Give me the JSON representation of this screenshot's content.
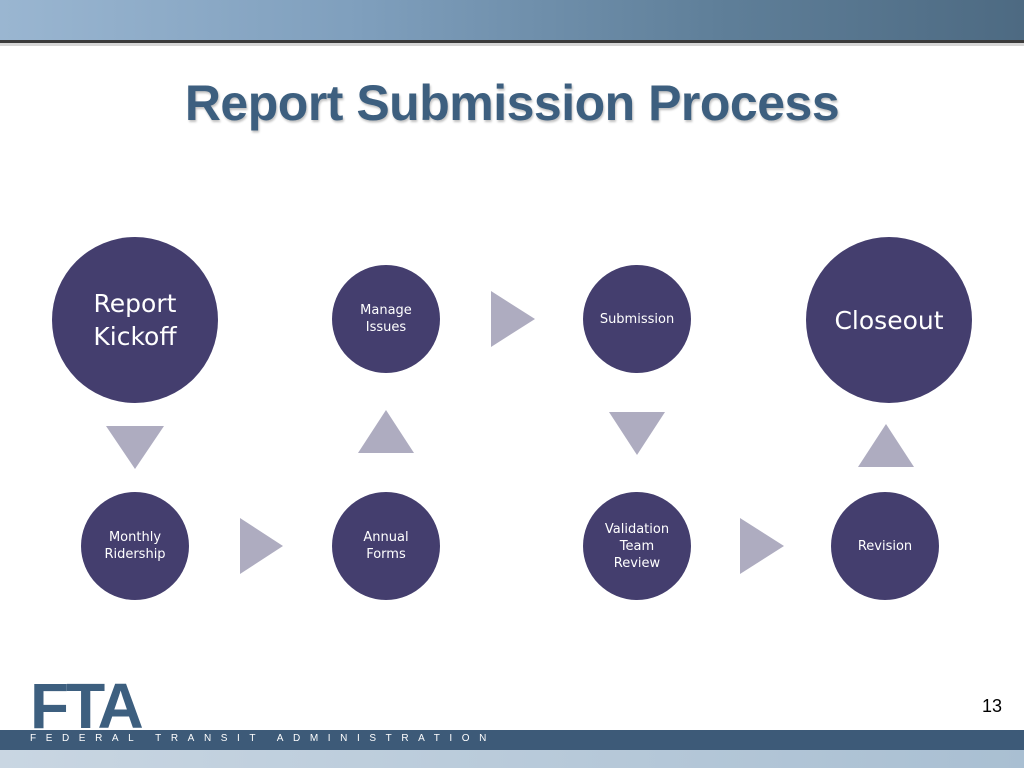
{
  "title": "Report Submission Process",
  "nodes": {
    "report_kickoff": "Report\nKickoff",
    "manage_issues": "Manage\nIssues",
    "submission": "Submission",
    "closeout": "Closeout",
    "monthly_ridership": "Monthly\nRidership",
    "annual_forms": "Annual\nForms",
    "validation_team_review": "Validation\nTeam\nReview",
    "revision": "Revision"
  },
  "colors": {
    "node": "#443e6e",
    "arrow": "#aeacc0",
    "title": "#3d5f7f"
  },
  "footer": {
    "logo": "FTA",
    "agency": "FEDERAL TRANSIT ADMINISTRATION",
    "slide_number": "13"
  }
}
